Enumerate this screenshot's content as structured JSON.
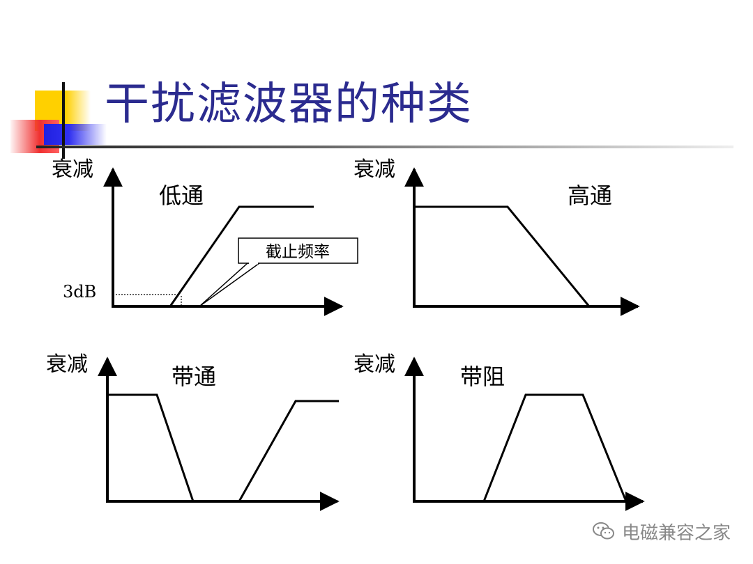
{
  "title": "干扰滤波器的种类",
  "diagrams": {
    "lowpass": {
      "name": "低通",
      "y_axis": "衰减",
      "level_label": "3dB",
      "callout": "截止频率"
    },
    "highpass": {
      "name": "高通",
      "y_axis": "衰减"
    },
    "bandpass": {
      "name": "带通",
      "y_axis": "衰减"
    },
    "bandstop": {
      "name": "带阻",
      "y_axis": "衰减"
    }
  },
  "watermark": {
    "text": "电磁兼容之家",
    "icon": "wechat-icon"
  },
  "colors": {
    "title": "#2b2b8f",
    "accent_yellow": "#ffd000",
    "accent_red": "#f03030",
    "accent_blue": "#2020e0"
  }
}
